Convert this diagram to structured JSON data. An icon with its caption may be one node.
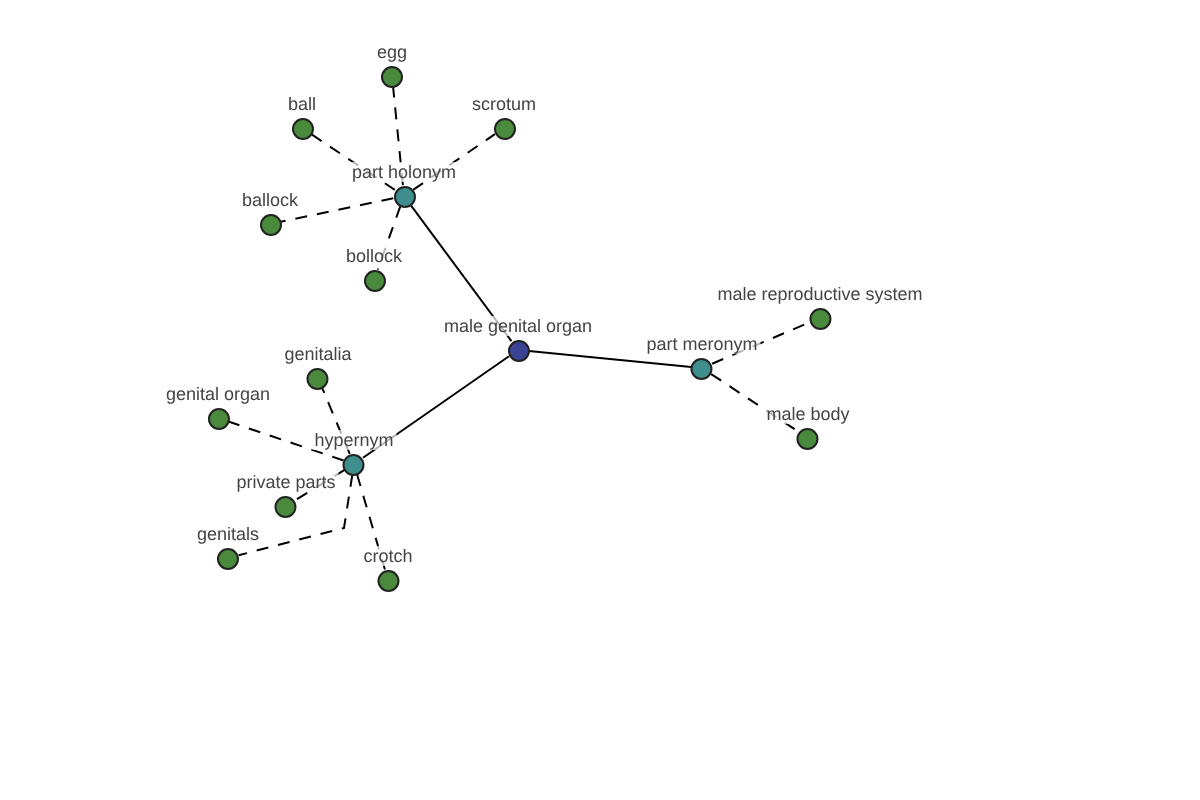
{
  "diagram": {
    "nodes": [
      {
        "text": [
          "male genital organ"
        ]
      },
      {
        "text": [
          "part holonym"
        ]
      },
      {
        "text": [
          "part meronym"
        ]
      },
      {
        "text": [
          "hypernym"
        ]
      },
      {
        "text": [
          "egg"
        ]
      },
      {
        "text": [
          "ball"
        ]
      },
      {
        "text": [
          "scrotum"
        ]
      },
      {
        "text": [
          "ballock"
        ]
      },
      {
        "text": [
          "bollock"
        ]
      },
      {
        "text": [
          "male reproductive system"
        ]
      },
      {
        "text": [
          "male body"
        ]
      },
      {
        "text": [
          "genitalia"
        ]
      },
      {
        "text": [
          "genital organ"
        ]
      },
      {
        "text": [
          "private parts"
        ]
      },
      {
        "text": [
          "genitals"
        ]
      },
      {
        "text": [
          "crotch"
        ]
      }
    ],
    "edges": [
      {
        "from": 0,
        "to": 1,
        "arrow": "none"
      },
      {
        "from": 0,
        "to": 2,
        "arrow": "none"
      },
      {
        "from": 0,
        "to": 3,
        "arrow": "none"
      },
      {
        "from": 1,
        "to": 4,
        "arrow": "none",
        "style": "dashed"
      },
      {
        "from": 1,
        "to": 5,
        "arrow": "none",
        "style": "dashed"
      },
      {
        "from": 1,
        "to": 6,
        "arrow": "none",
        "style": "dashed"
      },
      {
        "from": 1,
        "to": 7,
        "arrow": "none",
        "style": "dashed"
      },
      {
        "from": 1,
        "to": 8,
        "arrow": "none",
        "style": "dashed"
      },
      {
        "from": 2,
        "to": 9,
        "arrow": "none",
        "style": "dashed"
      },
      {
        "from": 2,
        "to": 10,
        "arrow": "none",
        "style": "dashed"
      },
      {
        "from": 3,
        "to": 11,
        "arrow": "none",
        "style": "dashed"
      },
      {
        "from": 3,
        "to": 12,
        "arrow": "none",
        "style": "dashed"
      },
      {
        "from": 3,
        "to": 13,
        "arrow": "none",
        "style": "dashed"
      },
      {
        "from": 3,
        "to": 14,
        "arrow": "none",
        "style": "dashed"
      },
      {
        "from": 3,
        "to": 15,
        "arrow": "none",
        "style": "dashed"
      }
    ]
  }
}
